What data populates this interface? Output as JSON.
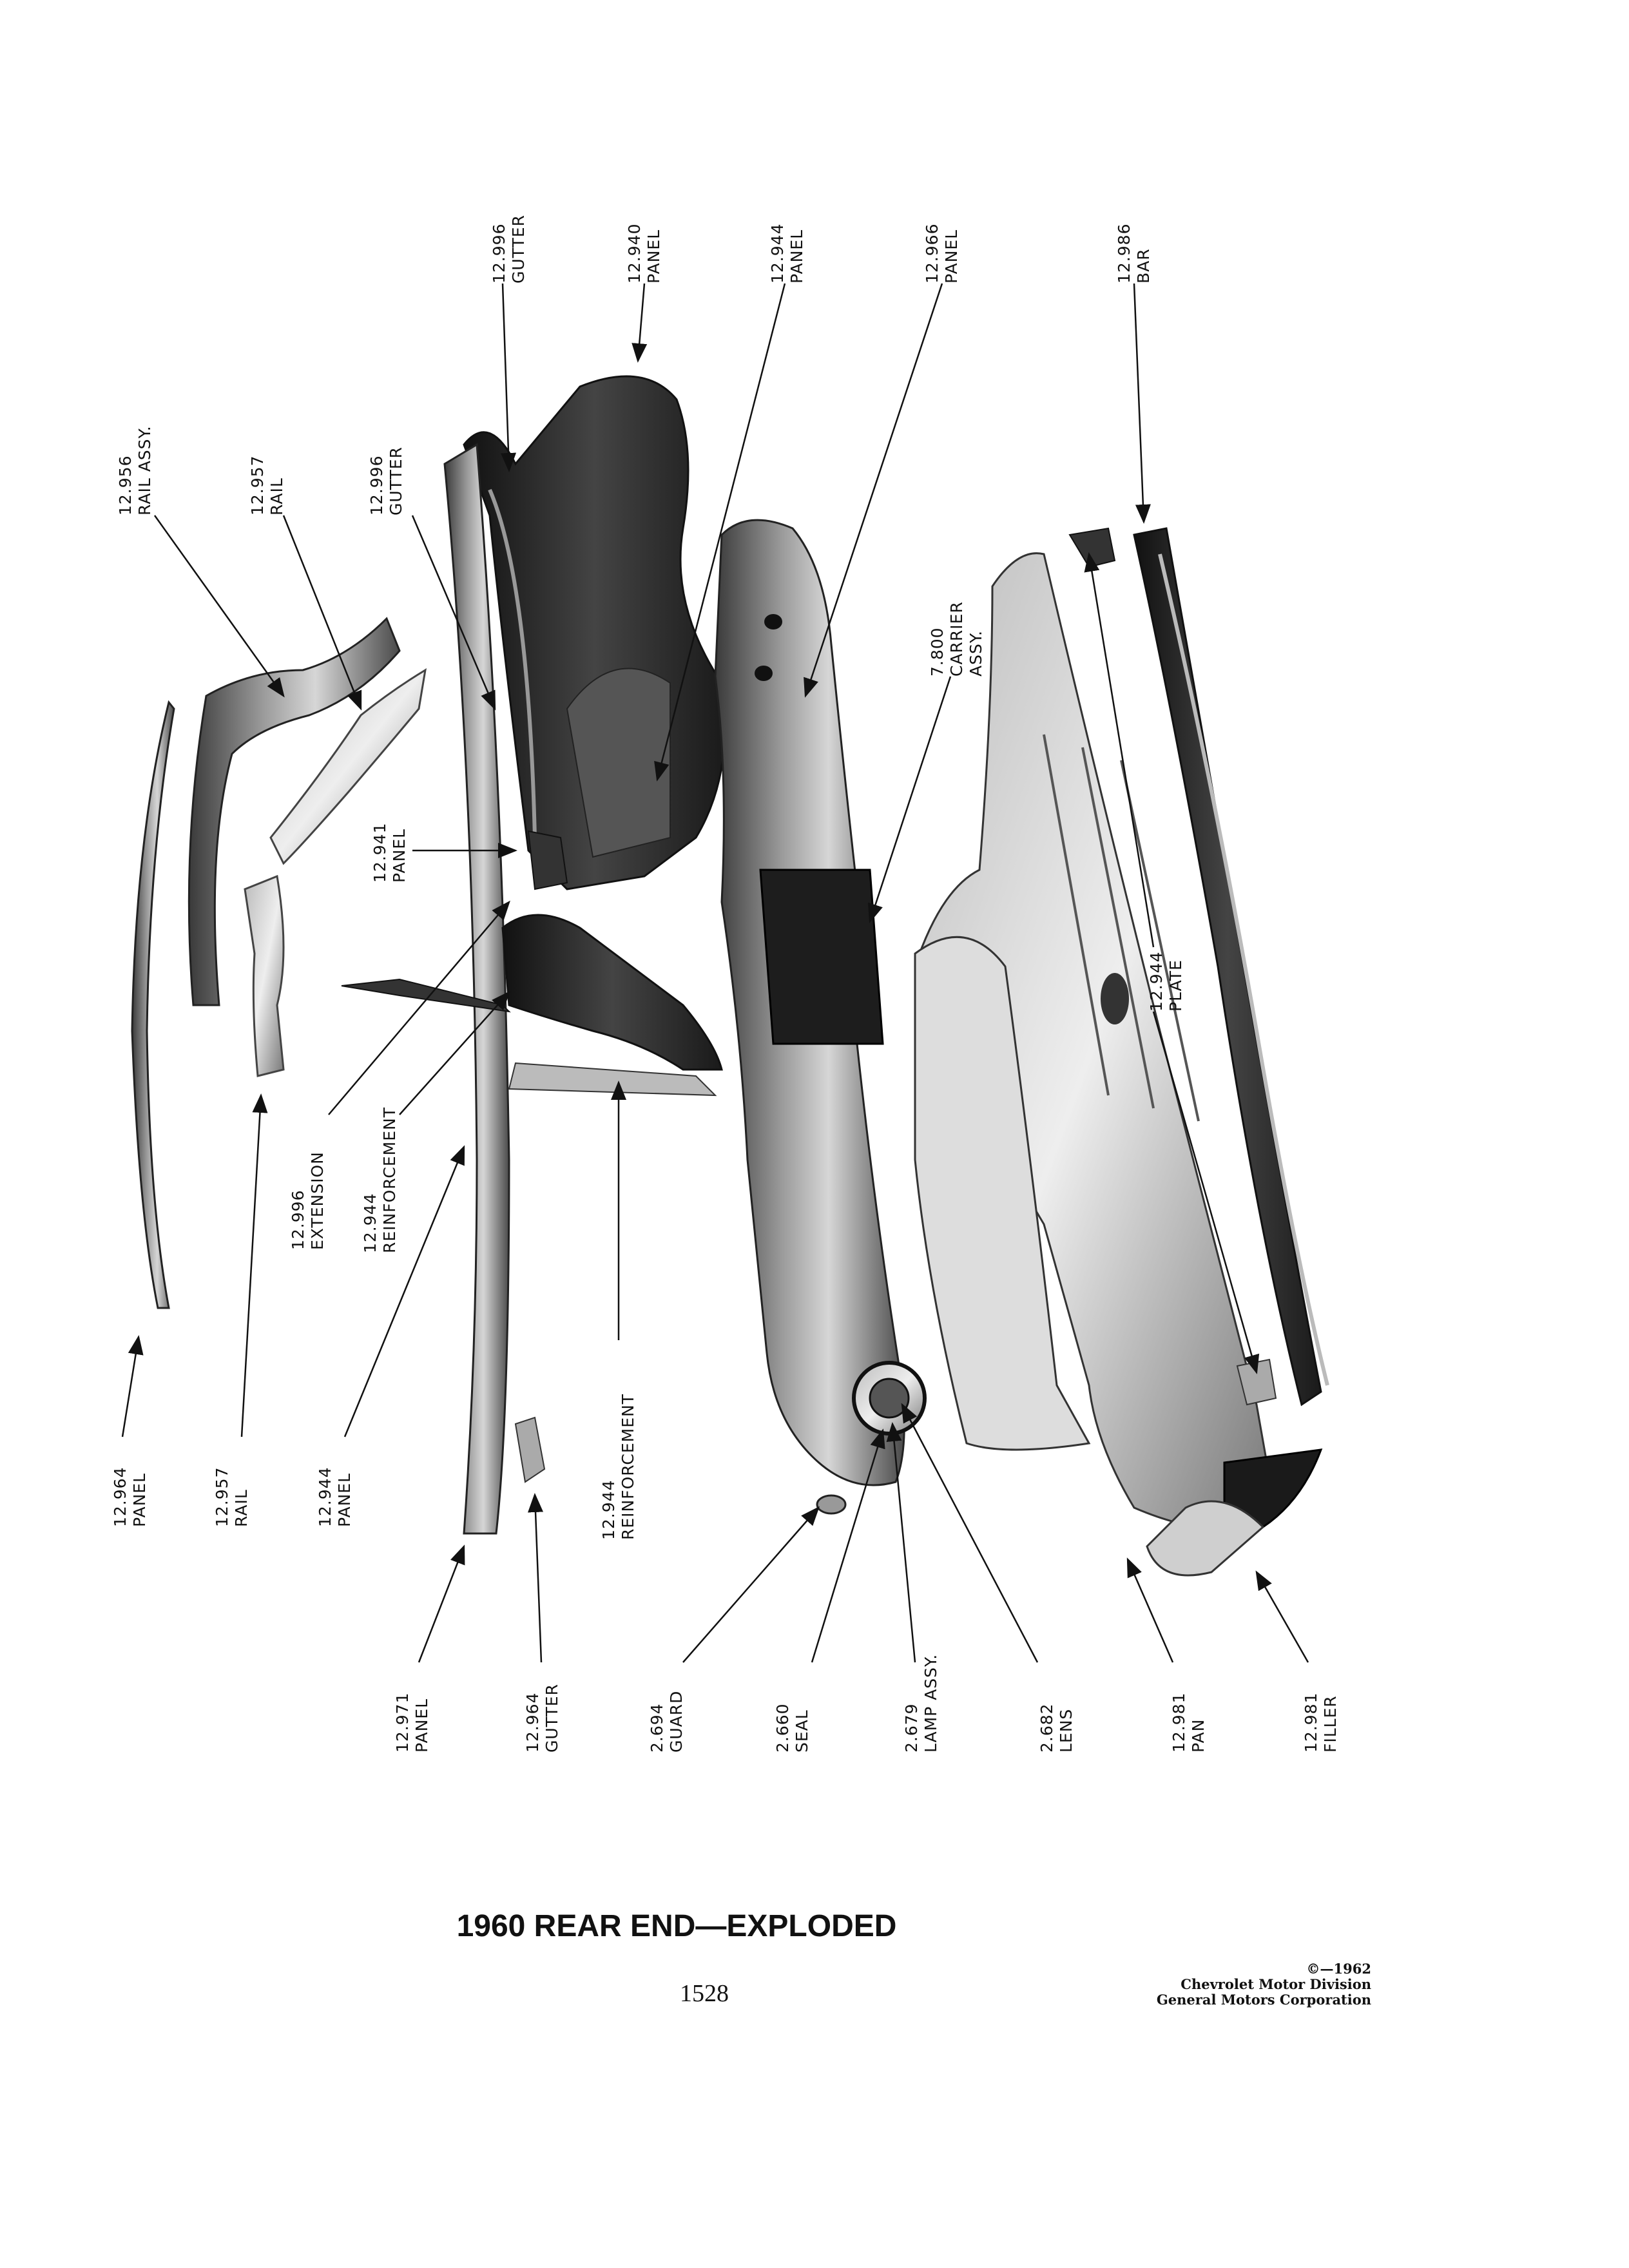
{
  "figure": {
    "title": "1960 REAR END—EXPLODED",
    "page_number": "1528",
    "copyright": {
      "year_line": "©—1962",
      "division": "Chevrolet Motor Division",
      "corporation": "General Motors Corporation"
    }
  },
  "labels": [
    {
      "id": "gutter-12996-top",
      "number": "12.996",
      "name": "GUTTER"
    },
    {
      "id": "panel-12940",
      "number": "12.940",
      "name": "PANEL"
    },
    {
      "id": "panel-12944-top",
      "number": "12.944",
      "name": "PANEL"
    },
    {
      "id": "panel-12966",
      "number": "12.966",
      "name": "PANEL"
    },
    {
      "id": "bar-12986",
      "number": "12.986",
      "name": "BAR"
    },
    {
      "id": "rail-assy-12956",
      "number": "12.956",
      "name": "RAIL ASSY."
    },
    {
      "id": "rail-12957-top",
      "number": "12.957",
      "name": "RAIL"
    },
    {
      "id": "gutter-12996-mid",
      "number": "12.996",
      "name": "GUTTER"
    },
    {
      "id": "carrier-assy-7800",
      "number": "7.800",
      "name": "CARRIER",
      "name2": "ASSY."
    },
    {
      "id": "panel-12941",
      "number": "12.941",
      "name": "PANEL"
    },
    {
      "id": "plate-12944",
      "number": "12.944",
      "name": "PLATE"
    },
    {
      "id": "extension-12996",
      "number": "12.996",
      "name": "EXTENSION"
    },
    {
      "id": "reinforcement-12944-a",
      "number": "12.944",
      "name": "REINFORCEMENT"
    },
    {
      "id": "panel-12964",
      "number": "12.964",
      "name": "PANEL"
    },
    {
      "id": "rail-12957-bottom",
      "number": "12.957",
      "name": "RAIL"
    },
    {
      "id": "panel-12944-bottom",
      "number": "12.944",
      "name": "PANEL"
    },
    {
      "id": "reinforcement-12944-b",
      "number": "12.944",
      "name": "REINFORCEMENT"
    },
    {
      "id": "panel-12971",
      "number": "12.971",
      "name": "PANEL"
    },
    {
      "id": "gutter-12964",
      "number": "12.964",
      "name": "GUTTER"
    },
    {
      "id": "guard-2694",
      "number": "2.694",
      "name": "GUARD"
    },
    {
      "id": "seal-2660",
      "number": "2.660",
      "name": "SEAL"
    },
    {
      "id": "lamp-assy-2679",
      "number": "2.679",
      "name": "LAMP ASSY."
    },
    {
      "id": "lens-2682",
      "number": "2.682",
      "name": "LENS"
    },
    {
      "id": "pan-12981",
      "number": "12.981",
      "name": "PAN"
    },
    {
      "id": "filler-12981",
      "number": "12.981",
      "name": "FILLER"
    }
  ]
}
